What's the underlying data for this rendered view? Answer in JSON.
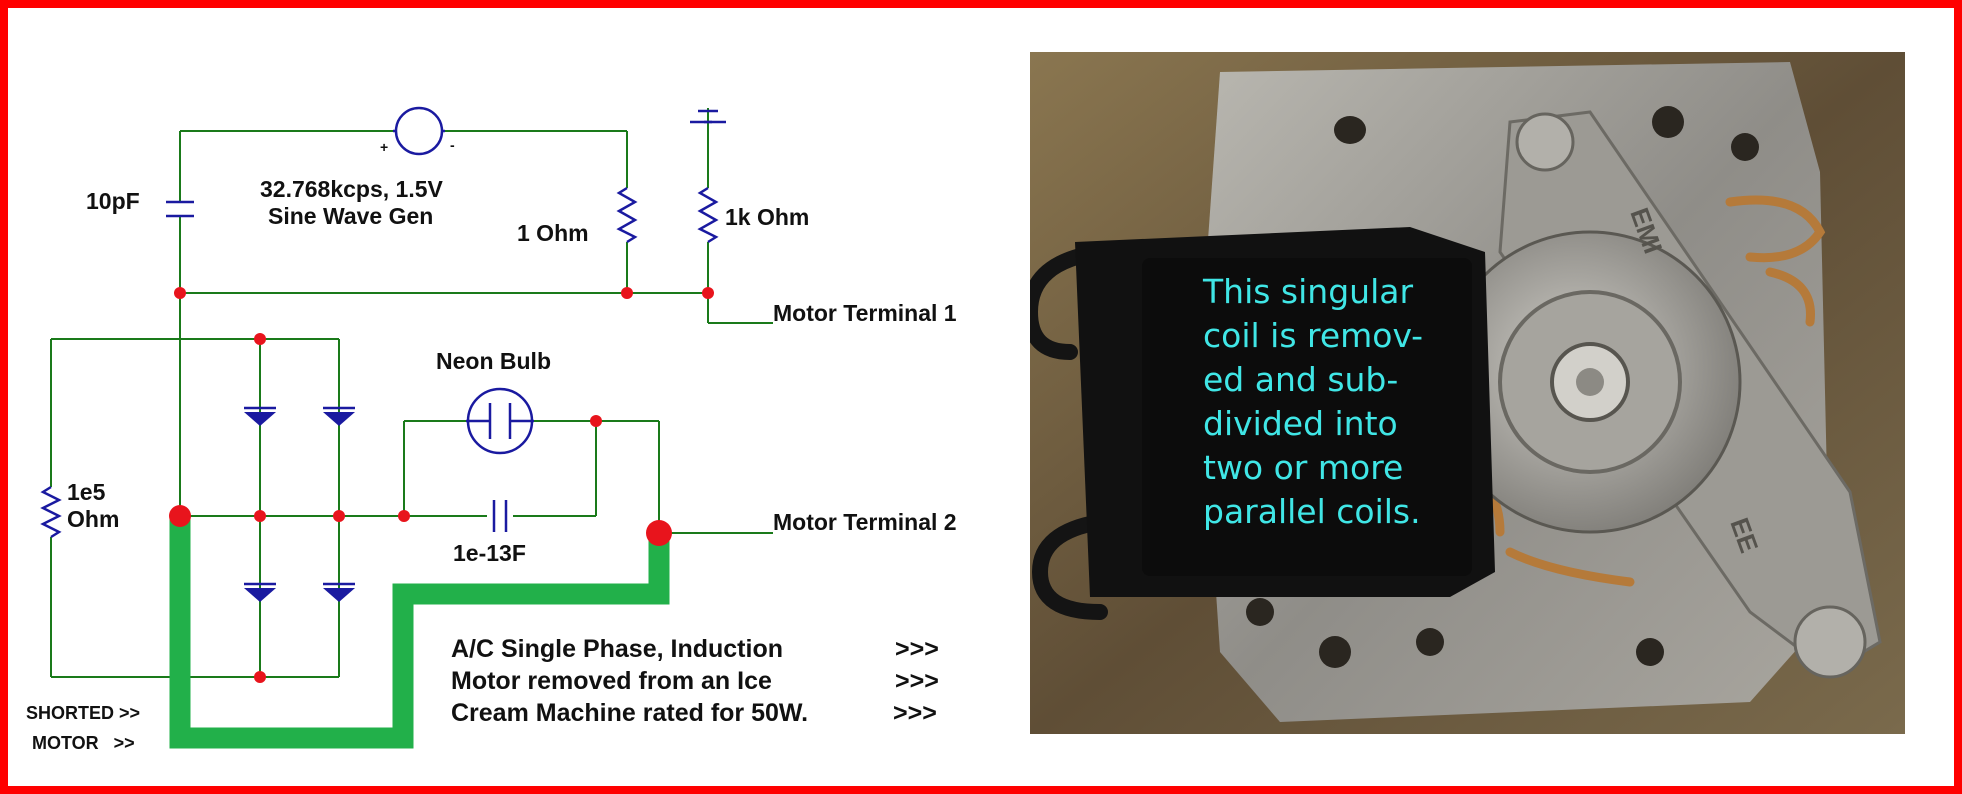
{
  "colors": {
    "border": "#ff0000",
    "wire": "#1a7a1a",
    "component": "#1a1aa0",
    "node": "#e8141c",
    "short_path": "#22b04a",
    "caption": "#40e6e6"
  },
  "labels": {
    "capacitor_10pf": "10pF",
    "generator_line1": "32.768kcps, 1.5V",
    "generator_line2": "Sine Wave Gen",
    "resistor_1ohm": "1 Ohm",
    "resistor_1kohm": "1k Ohm",
    "motor_terminal_1": "Motor Terminal 1",
    "motor_terminal_2": "Motor Terminal 2",
    "neon_bulb": "Neon Bulb",
    "resistor_1e5_line1": "1e5",
    "resistor_1e5_line2": "Ohm",
    "capacitor_1e13": "1e-13F",
    "generator_plus": "+",
    "generator_minus": "-",
    "shorted": "SHORTED >>",
    "motor": "MOTOR   >>"
  },
  "notes": [
    {
      "text": "A/C Single Phase, Induction",
      "arrows": ">>>"
    },
    {
      "text": "Motor removed from an Ice",
      "arrows": ">>>"
    },
    {
      "text": "Cream Machine rated for 50W.",
      "arrows": ">>>"
    }
  ],
  "photo": {
    "caption": "This singular\ncoil is remov-\ned and sub-\ndivided into\ntwo or more\nparallel coils.",
    "stamp_text": "EMI",
    "stamp_text_2": "EE"
  }
}
